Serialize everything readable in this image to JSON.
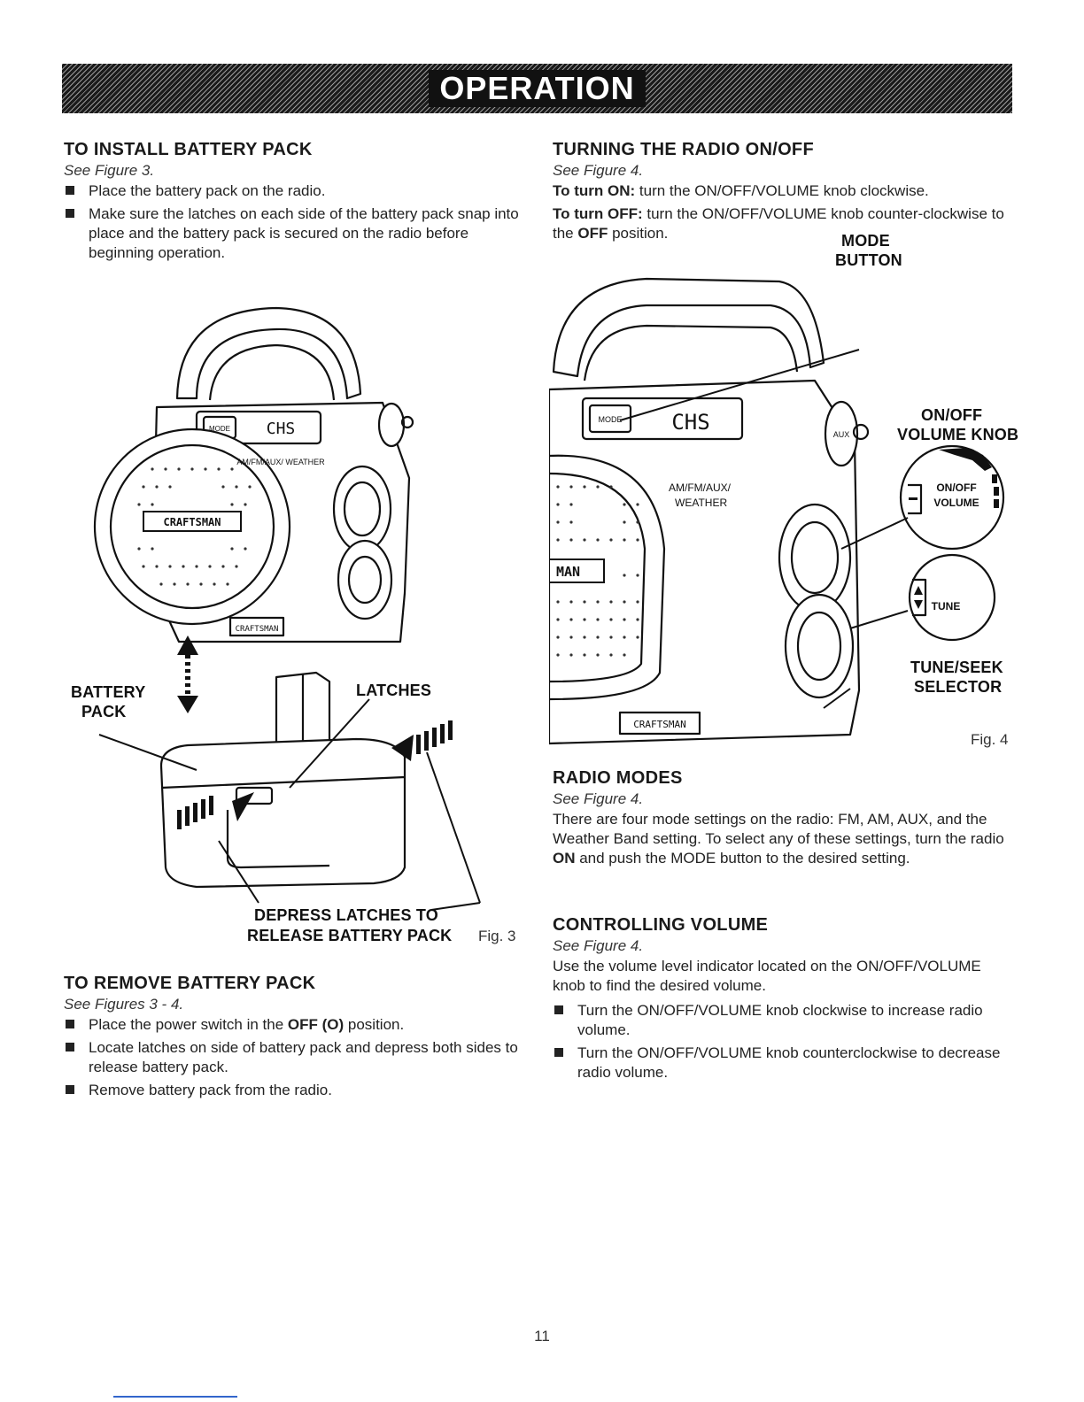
{
  "banner": {
    "title": "OPERATION"
  },
  "install": {
    "heading": "TO INSTALL BATTERY PACK",
    "see": "See Figure 3.",
    "bullets": [
      "Place the battery pack on the radio.",
      "Make sure the latches on each side of the battery pack snap into place and the battery pack is secured on the radio before beginning operation."
    ]
  },
  "fig3": {
    "display_text": "CHS",
    "mode_label": "MODE",
    "band_label": "AM/FM/AUX/ WEATHER",
    "brand": "CRAFTSMAN",
    "battery_label_1": "BATTERY",
    "battery_label_2": "PACK",
    "latches_label": "LATCHES",
    "depress_label_1": "DEPRESS LATCHES TO",
    "depress_label_2": "RELEASE BATTERY PACK",
    "fig_label": "Fig. 3"
  },
  "remove": {
    "heading": "TO REMOVE BATTERY PACK",
    "see": "See Figures 3 - 4.",
    "bullet1_pre": "Place the power switch in the ",
    "bullet1_bold": "OFF (O)",
    "bullet1_post": " position.",
    "bullet2": "Locate latches on side of battery pack and depress both sides to release battery pack.",
    "bullet3": "Remove battery pack from the radio."
  },
  "turning": {
    "heading": "TURNING THE RADIO ON/OFF",
    "see": "See Figure 4.",
    "on_bold": "To turn ON:",
    "on_text": " turn the ON/OFF/VOLUME knob clockwise.",
    "off_bold": "To turn OFF:",
    "off_text_1": " turn the ON/OFF/VOLUME knob counter-clockwise to the ",
    "off_text_bold": "OFF",
    "off_text_2": " position."
  },
  "fig4": {
    "mode_button_1": "MODE",
    "mode_button_2": "BUTTON",
    "onoff_1": "ON/OFF",
    "onoff_2": "VOLUME KNOB",
    "knob_onoff": "ON/OFF",
    "knob_volume": "VOLUME",
    "knob_tune": "TUNE",
    "tuneseek_1": "TUNE/SEEK",
    "tuneseek_2": "SELECTOR",
    "display_text": "CHS",
    "mode_label": "MODE",
    "aux_label": "AUX",
    "band_label_1": "AM/FM/AUX/",
    "band_label_2": "WEATHER",
    "brand_front": "MAN",
    "brand_base": "CRAFTSMAN",
    "fig_label": "Fig. 4"
  },
  "modes": {
    "heading": "RADIO MODES",
    "see": "See Figure 4.",
    "text_pre": "There are four mode settings on the radio: FM, AM, AUX, and the Weather Band setting. To select any of these settings, turn the radio ",
    "text_bold": "ON",
    "text_post": " and push the MODE button to the desired setting."
  },
  "volume": {
    "heading": "CONTROLLING VOLUME",
    "see": "See Figure 4.",
    "text": "Use the volume level indicator located on the ON/OFF/VOLUME knob to find the desired volume.",
    "bullet1": "Turn the ON/OFF/VOLUME knob clockwise to increase radio volume.",
    "bullet2": "Turn the ON/OFF/VOLUME knob counterclockwise to decrease radio volume."
  },
  "page": {
    "number": "11"
  }
}
